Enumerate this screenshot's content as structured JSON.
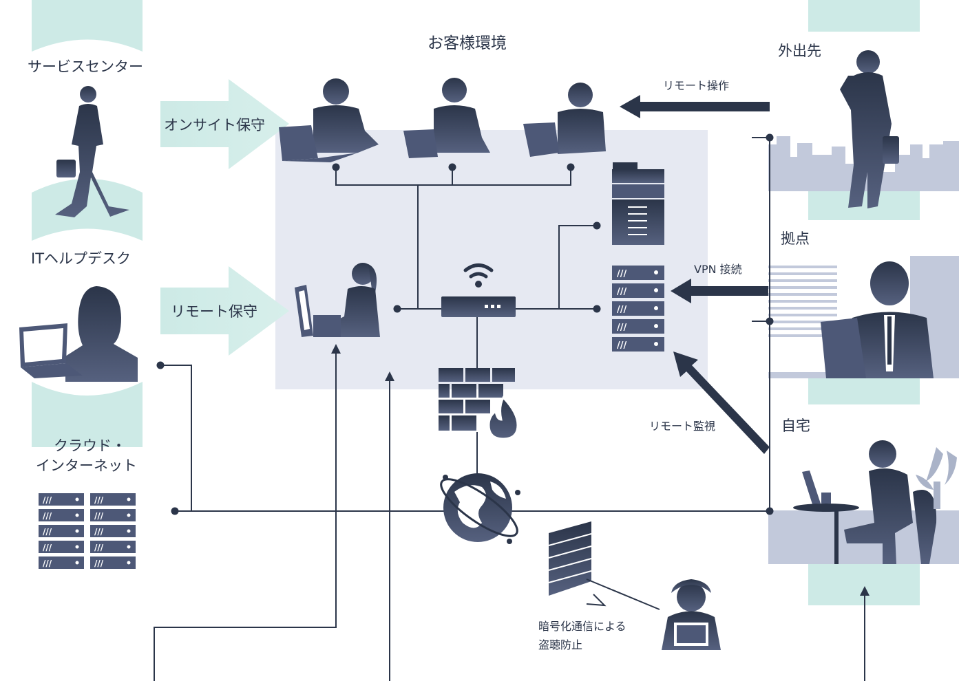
{
  "diagram": {
    "title": "お客様環境",
    "left": {
      "service_center": "サービスセンター",
      "it_helpdesk": "ITヘルプデスク",
      "cloud_line1": "クラウド・",
      "cloud_line2": "インターネット"
    },
    "arrows": {
      "onsite": "オンサイト保守",
      "remote": "リモート保守",
      "remote_operation": "リモート操作",
      "vpn": "VPN 接続",
      "remote_monitoring": "リモート監視"
    },
    "right": {
      "outing": "外出先",
      "branch": "拠点",
      "home": "自宅"
    },
    "security": {
      "line1": "暗号化通信による",
      "line2": "盗聴防止"
    }
  },
  "colors": {
    "navy": "#2b3549",
    "navy_light": "#4d5877",
    "mint": "#cdeae6",
    "panel": "#e6e9f2",
    "skyline": "#c2c9db"
  },
  "icons": [
    "walking-person-icon",
    "woman-with-laptop-icon",
    "server-rack-icon",
    "office-worker-icon",
    "operator-icon",
    "wifi-router-icon",
    "firewall-icon",
    "globe-icon",
    "printer-icon",
    "phone-person-icon",
    "businessman-icon",
    "home-worker-icon",
    "hacker-icon",
    "brick-wall-icon"
  ]
}
